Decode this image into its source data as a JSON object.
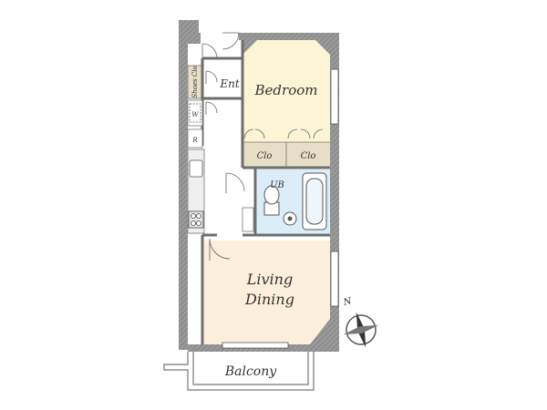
{
  "rooms": {
    "bedroom": "Bedroom",
    "entrance": "Ent",
    "shoe_closet": "Shoes Clo",
    "washer": "W",
    "fridge": "R",
    "closet_1": "Clo",
    "closet_2": "Clo",
    "unit_bath": "UB",
    "living_line1": "Living",
    "living_line2": "Dining",
    "balcony": "Balcony"
  },
  "compass": {
    "north_label": "N"
  },
  "colors": {
    "bedroom": "#fbf5d6",
    "living": "#fcefdc",
    "bath": "#dcedfa",
    "closet": "#e6dec6",
    "wall": "#8c8c8c",
    "wall_dark": "#6e6e6e"
  }
}
